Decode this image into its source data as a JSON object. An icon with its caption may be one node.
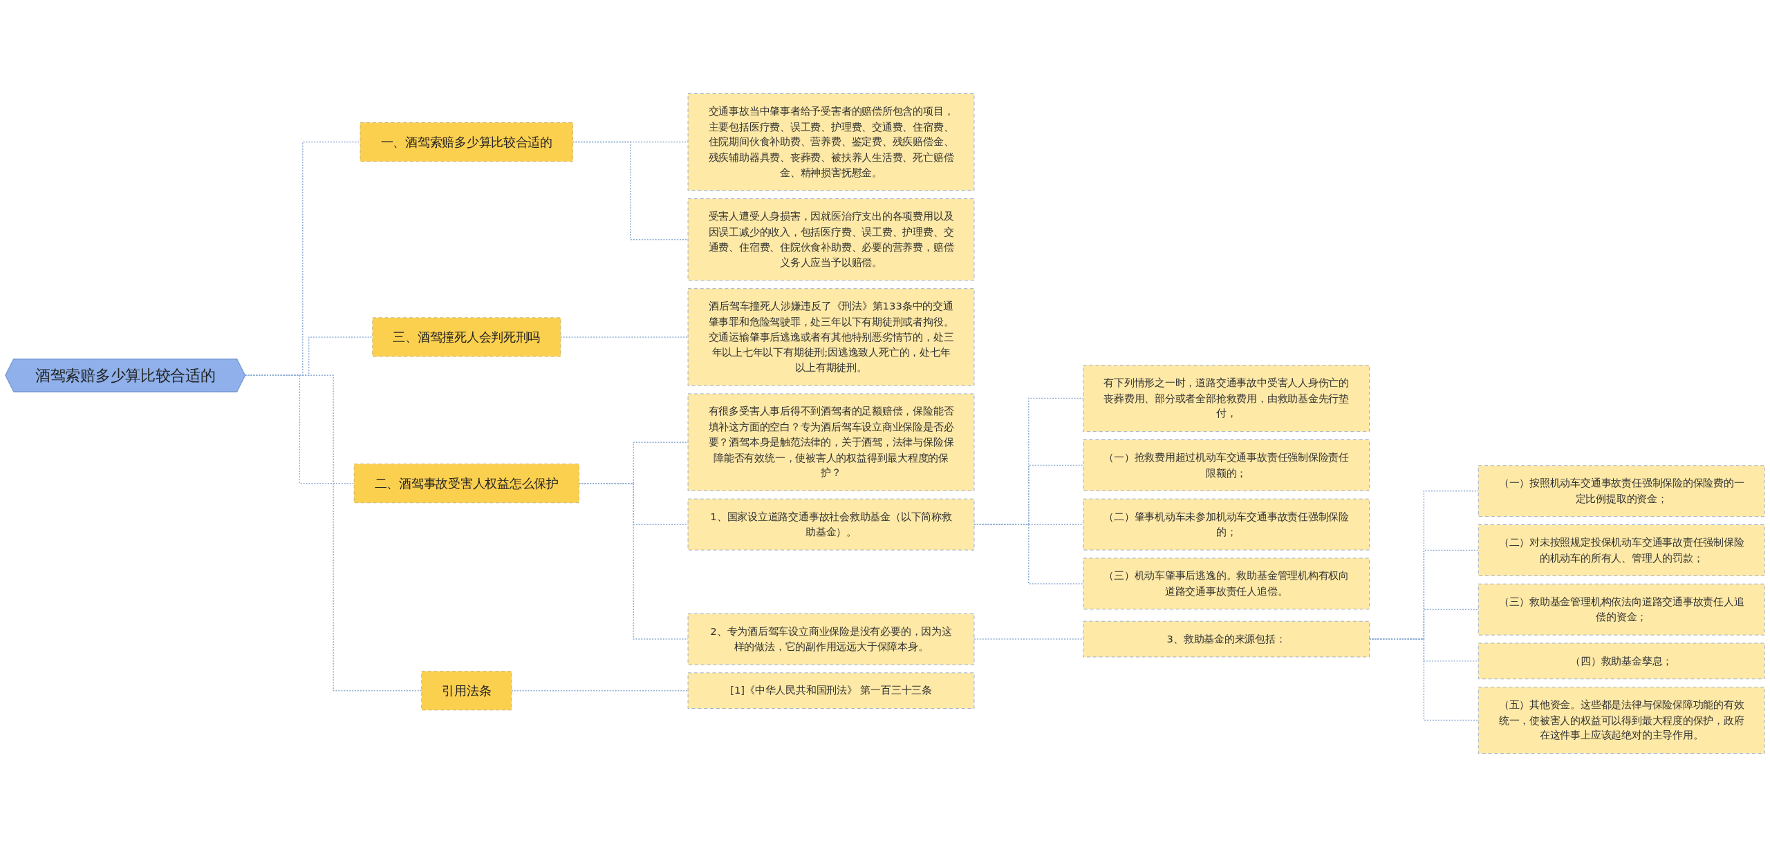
{
  "diagram": {
    "nodes": [
      {
        "text": [
          "酒驾索赔多少算比较合适的"
        ]
      },
      {
        "text": [
          "一、酒驾索赔多少算比较合适的"
        ]
      },
      {
        "text": [
          "交通事故当中肇事者给予受害者的赔偿所包含的项目，主要包括医疗费、误工费、护理费、交通费、住宿费、住院期间伙食补助费、营养费、鉴定费、残疾赔偿金、残疾辅助器具费、丧葬费、被扶养人生活费、死亡赔偿金、精神损害抚慰金。"
        ]
      },
      {
        "text": [
          "受害人遭受人身损害，因就医治疗支出的各项费用以及因误工减少的收入，包括医疗费、误工费、护理费、交通费、住宿费、住院伙食补助费、必要的营养费，赔偿义务人应当予以赔偿。"
        ]
      },
      {
        "text": [
          "三、酒驾撞死人会判死刑吗"
        ]
      },
      {
        "text": [
          "酒后驾车撞死人涉嫌违反了《刑法》第133条中的交通肇事罪和危险驾驶罪，处三年以下有期徒刑或者拘役。交通运输肇事后逃逸或者有其他特别恶劣情节的，处三年以上七年以下有期徒刑;因逃逸致人死亡的，处七年以上有期徒刑。"
        ]
      },
      {
        "text": [
          "二、酒驾事故受害人权益怎么保护"
        ]
      },
      {
        "text": [
          "有很多受害人事后得不到酒驾者的足额赔偿，保险能否填补这方面的空白？专为酒后驾车设立商业保险是否必要？酒驾本身是触范法律的，关于酒驾，法律与保险保障能否有效统一，使被害人的权益得到最大程度的保护？"
        ]
      },
      {
        "text": [
          "1、国家设立道路交通事故社会救助基金（以下简称救助基金）。"
        ]
      },
      {
        "text": [
          "有下列情形之一时，道路交通事故中受害人人身伤亡的丧葬费用、部分或者全部抢救费用，由救助基金先行垫付，"
        ]
      },
      {
        "text": [
          "（一）抢救费用超过机动车交通事故责任强制保险责任限额的；"
        ]
      },
      {
        "text": [
          "（二）肇事机动车未参加机动车交通事故责任强制保险的；"
        ]
      },
      {
        "text": [
          "（三）机动车肇事后逃逸的。救助基金管理机构有权向道路交通事故责任人追偿。"
        ]
      },
      {
        "text": [
          "2、专为酒后驾车设立商业保险是没有必要的，因为这样的做法，它的副作用远远大于保障本身。"
        ]
      },
      {
        "text": [
          "3、救助基金的来源包括："
        ]
      },
      {
        "text": [
          "（一）按照机动车交通事故责任强制保险的保险费的一定比例提取的资金；"
        ]
      },
      {
        "text": [
          "（二）对未按照规定投保机动车交通事故责任强制保险的机动车的所有人、管理人的罚款；"
        ]
      },
      {
        "text": [
          "（三）救助基金管理机构依法向道路交通事故责任人追偿的资金；"
        ]
      },
      {
        "text": [
          "（四）救助基金孳息；"
        ]
      },
      {
        "text": [
          "（五）其他资金。这些都是法律与保险保障功能的有效统一，使被害人的权益可以得到最大程度的保护，政府在这件事上应该起绝对的主导作用。"
        ]
      },
      {
        "text": [
          "引用法条"
        ]
      },
      {
        "text": [
          "[1]《中华人民共和国刑法》 第一百三十三条"
        ]
      }
    ],
    "edges": [
      {
        "from": 0,
        "to": 1,
        "arrow": "none",
        "style": "dashed"
      },
      {
        "from": 1,
        "to": 2,
        "arrow": "none",
        "style": "dashed"
      },
      {
        "from": 1,
        "to": 3,
        "arrow": "none",
        "style": "dashed"
      },
      {
        "from": 0,
        "to": 4,
        "arrow": "none",
        "style": "dashed"
      },
      {
        "from": 4,
        "to": 5,
        "arrow": "none",
        "style": "dashed"
      },
      {
        "from": 0,
        "to": 6,
        "arrow": "none",
        "style": "dashed"
      },
      {
        "from": 6,
        "to": 7,
        "arrow": "none",
        "style": "dashed"
      },
      {
        "from": 6,
        "to": 8,
        "arrow": "none",
        "style": "dashed"
      },
      {
        "from": 8,
        "to": 9,
        "arrow": "none",
        "style": "dashed"
      },
      {
        "from": 8,
        "to": 10,
        "arrow": "none",
        "style": "dashed"
      },
      {
        "from": 8,
        "to": 11,
        "arrow": "none",
        "style": "dashed"
      },
      {
        "from": 8,
        "to": 12,
        "arrow": "none",
        "style": "dashed"
      },
      {
        "from": 6,
        "to": 13,
        "arrow": "none",
        "style": "dashed"
      },
      {
        "from": 13,
        "to": 14,
        "arrow": "none",
        "style": "dashed"
      },
      {
        "from": 14,
        "to": 15,
        "arrow": "none",
        "style": "dashed"
      },
      {
        "from": 14,
        "to": 16,
        "arrow": "none",
        "style": "dashed"
      },
      {
        "from": 14,
        "to": 17,
        "arrow": "none",
        "style": "dashed"
      },
      {
        "from": 14,
        "to": 18,
        "arrow": "none",
        "style": "dashed"
      },
      {
        "from": 14,
        "to": 19,
        "arrow": "none",
        "style": "dashed"
      },
      {
        "from": 0,
        "to": 20,
        "arrow": "none",
        "style": "dashed"
      },
      {
        "from": 20,
        "to": 21,
        "arrow": "none",
        "style": "dashed"
      }
    ]
  }
}
